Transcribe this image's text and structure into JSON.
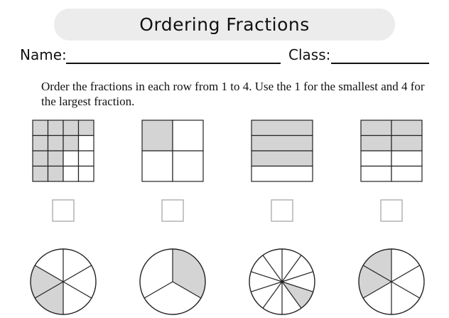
{
  "title": "Ordering Fractions",
  "name_label": "Name:",
  "class_label": "Class:",
  "instructions": "Order the fractions in each row from 1 to 4. Use the 1 for the smallest and 4 for the largest fraction.",
  "colors": {
    "shaded": "#d4d4d4",
    "line": "#222222",
    "box_border": "#a8a8a8",
    "title_bg": "#ececec"
  },
  "row1_grids": [
    {
      "rows": 4,
      "cols": 4,
      "shaded_cells": [
        [
          0,
          0
        ],
        [
          0,
          1
        ],
        [
          0,
          2
        ],
        [
          0,
          3
        ],
        [
          1,
          0
        ],
        [
          1,
          1
        ],
        [
          1,
          2
        ],
        [
          2,
          0
        ],
        [
          2,
          1
        ],
        [
          3,
          0
        ],
        [
          3,
          1
        ]
      ]
    },
    {
      "rows": 2,
      "cols": 2,
      "shaded_cells": [
        [
          0,
          0
        ]
      ]
    },
    {
      "rows": 4,
      "cols": 1,
      "shaded_cells": [
        [
          0,
          0
        ],
        [
          1,
          0
        ],
        [
          2,
          0
        ]
      ]
    },
    {
      "rows": 4,
      "cols": 2,
      "shaded_cells": [
        [
          0,
          0
        ],
        [
          0,
          1
        ],
        [
          1,
          0
        ],
        [
          1,
          1
        ]
      ]
    }
  ],
  "row2_circles": [
    {
      "slices": 6,
      "shaded_slices": [
        3,
        4
      ]
    },
    {
      "slices": 3,
      "shaded_slices": [
        0
      ]
    },
    {
      "slices": 10,
      "shaded_slices": [
        3
      ]
    },
    {
      "slices": 6,
      "shaded_slices": [
        4,
        5
      ]
    }
  ]
}
